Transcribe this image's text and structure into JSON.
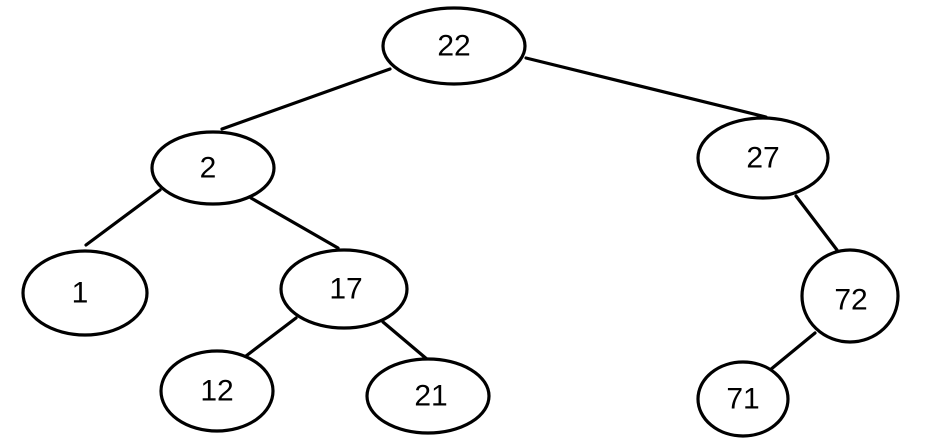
{
  "diagram": {
    "type": "binary-search-tree",
    "nodes": [
      {
        "id": "n22",
        "label": "22"
      },
      {
        "id": "n2",
        "label": "2"
      },
      {
        "id": "n27",
        "label": "27"
      },
      {
        "id": "n1",
        "label": "1"
      },
      {
        "id": "n17",
        "label": "17"
      },
      {
        "id": "n72",
        "label": "72"
      },
      {
        "id": "n12",
        "label": "12"
      },
      {
        "id": "n21",
        "label": "21"
      },
      {
        "id": "n71",
        "label": "71"
      }
    ],
    "edges": [
      {
        "from": "n22",
        "to": "n2"
      },
      {
        "from": "n22",
        "to": "n27"
      },
      {
        "from": "n2",
        "to": "n1"
      },
      {
        "from": "n2",
        "to": "n17"
      },
      {
        "from": "n17",
        "to": "n12"
      },
      {
        "from": "n17",
        "to": "n21"
      },
      {
        "from": "n27",
        "to": "n72"
      },
      {
        "from": "n72",
        "to": "n71"
      }
    ]
  },
  "colors": {
    "stroke": "#000000",
    "fill": "#ffffff",
    "background": "#ffffff"
  }
}
